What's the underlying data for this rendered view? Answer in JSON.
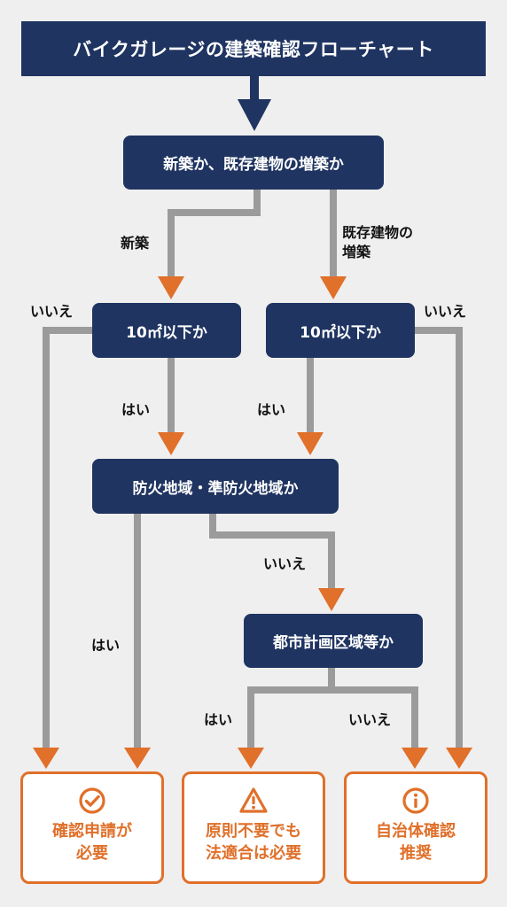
{
  "title": "バイクガレージの建築確認フローチャート",
  "nodes": {
    "q_type": "新築か、既存建物の増築か",
    "q_area_new": "10㎡以下か",
    "q_area_ext": "10㎡以下か",
    "q_fire": "防火地域・準防火地域か",
    "q_city": "都市計画区域等か"
  },
  "labels": {
    "new": "新築",
    "ext_line1": "既存建物の",
    "ext_line2": "増築",
    "no_left": "いいえ",
    "no_right": "いいえ",
    "yes_left": "はい",
    "yes_right": "はい",
    "no_fire": "いいえ",
    "yes_fire": "はい",
    "yes_city": "はい",
    "no_city": "いいえ"
  },
  "results": [
    {
      "line1": "確認申請が",
      "line2": "必要",
      "icon": "check-circle-icon"
    },
    {
      "line1": "原則不要でも",
      "line2": "法適合は必要",
      "icon": "warning-triangle-icon"
    },
    {
      "line1": "自治体確認",
      "line2": "推奨",
      "icon": "info-circle-icon"
    }
  ],
  "colors": {
    "navy": "#1f3461",
    "orange": "#e0702a",
    "connector": "#9b9b9b",
    "background": "#efefef"
  }
}
